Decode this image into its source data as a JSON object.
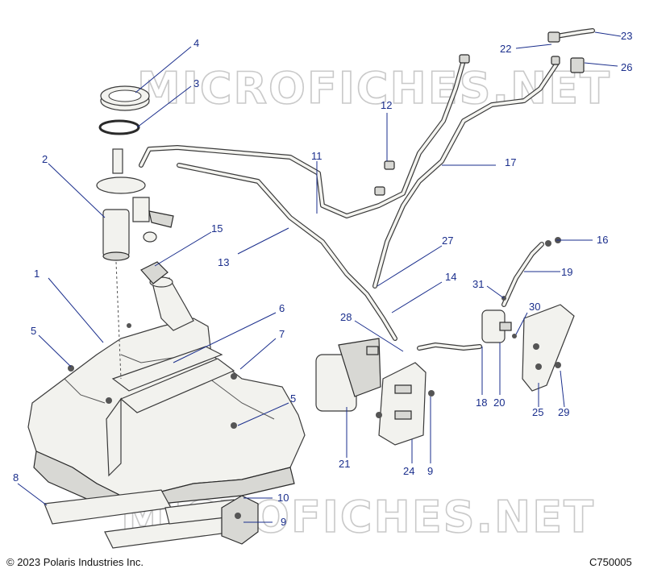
{
  "watermark": "MICROFICHES.NET",
  "copyright": "© 2023 Polaris Industries Inc.",
  "diagram_code": "C750005",
  "callouts": [
    "1",
    "2",
    "3",
    "4",
    "5",
    "5",
    "6",
    "7",
    "8",
    "9",
    "9",
    "10",
    "11",
    "12",
    "13",
    "14",
    "15",
    "16",
    "17",
    "18",
    "19",
    "20",
    "21",
    "22",
    "23",
    "24",
    "25",
    "26",
    "27",
    "28",
    "29",
    "30",
    "31"
  ]
}
